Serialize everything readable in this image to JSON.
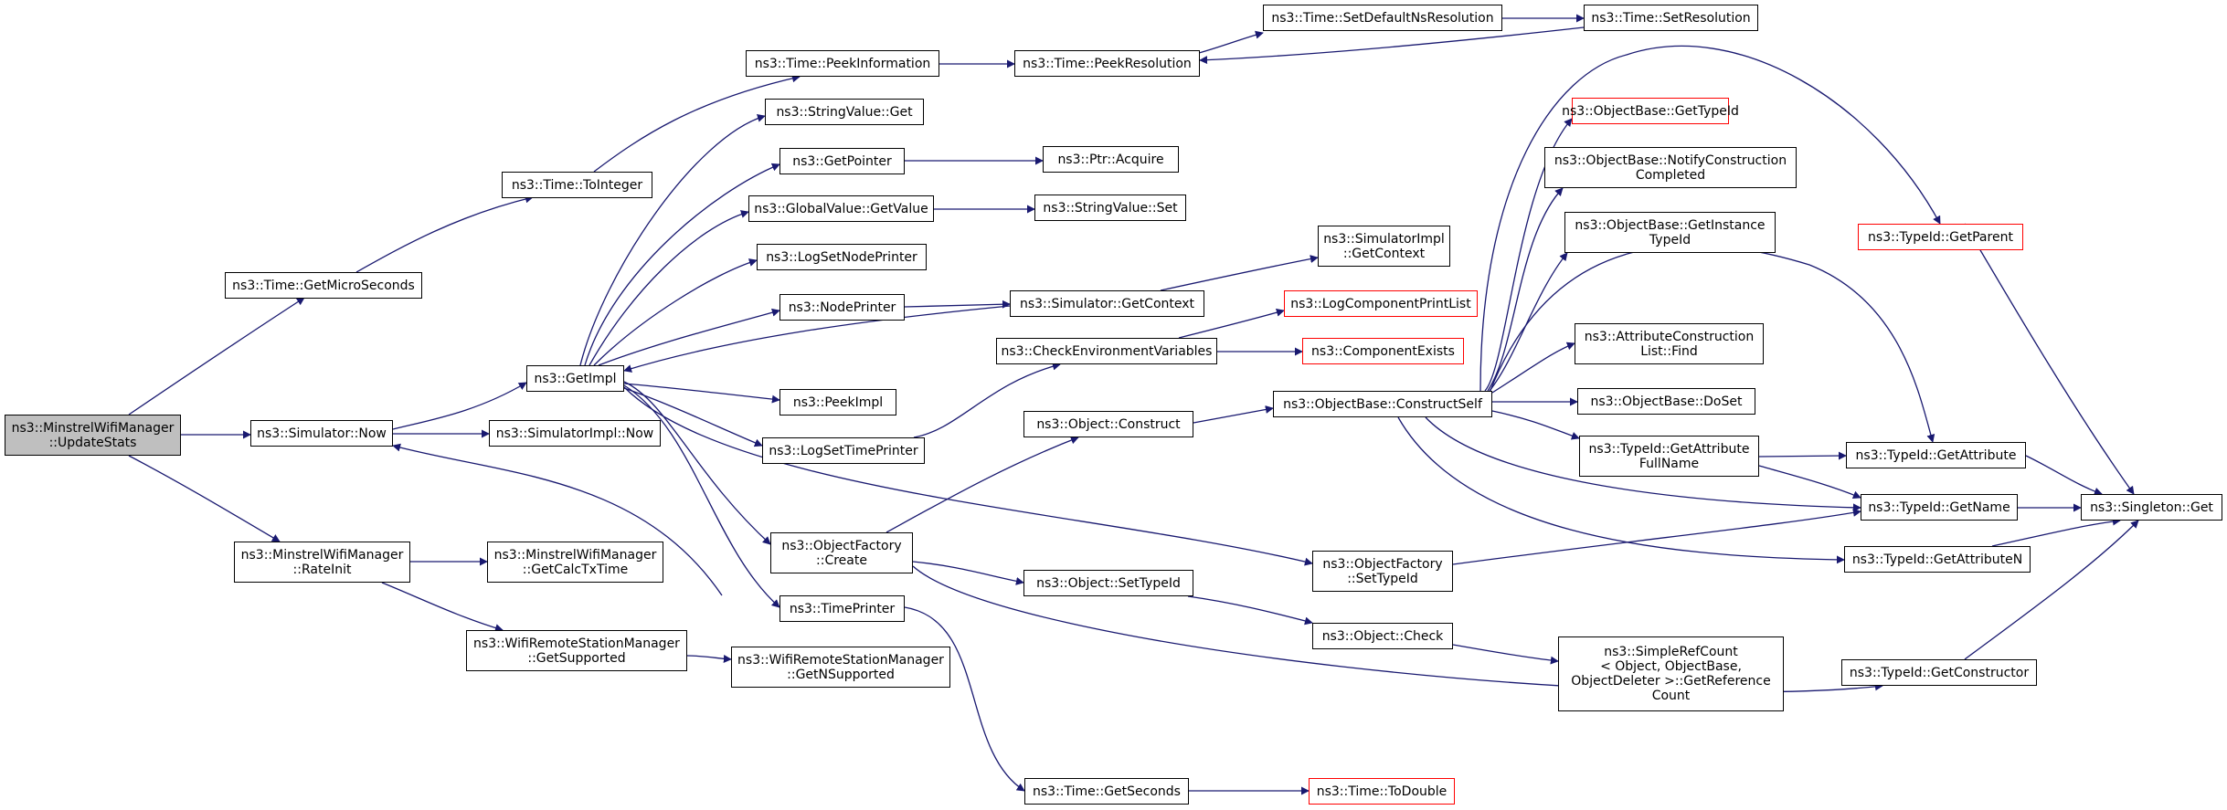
{
  "colors": {
    "edge": "#191970",
    "border": "#000000",
    "missing_border": "#ff0000",
    "root_fill": "#bfbfbf"
  },
  "nodes": {
    "root": [
      "ns3::MinstrelWifiManager",
      "::UpdateStats"
    ],
    "time_getmicroseconds": [
      "ns3::Time::GetMicroSeconds"
    ],
    "simulator_now": [
      "ns3::Simulator::Now"
    ],
    "minstrel_rateinit": [
      "ns3::MinstrelWifiManager",
      "::RateInit"
    ],
    "time_tointeger": [
      "ns3::Time::ToInteger"
    ],
    "getimpl": [
      "ns3::GetImpl"
    ],
    "simulatorimpl_now": [
      "ns3::SimulatorImpl::Now"
    ],
    "minstrel_getcalctxtime": [
      "ns3::MinstrelWifiManager",
      "::GetCalcTxTime"
    ],
    "wrsm_getsupported": [
      "ns3::WifiRemoteStationManager",
      "::GetSupported"
    ],
    "wrsm_getnsupported": [
      "ns3::WifiRemoteStationManager",
      "::GetNSupported"
    ],
    "time_peekinformation": [
      "ns3::Time::PeekInformation"
    ],
    "stringvalue_get": [
      "ns3::StringValue::Get"
    ],
    "getpointer": [
      "ns3::GetPointer"
    ],
    "globalvalue_getvalue": [
      "ns3::GlobalValue::GetValue"
    ],
    "logsetnodeprinter": [
      "ns3::LogSetNodePrinter"
    ],
    "nodeprinter": [
      "ns3::NodePrinter"
    ],
    "peekimpl": [
      "ns3::PeekImpl"
    ],
    "logsettimeprinter": [
      "ns3::LogSetTimePrinter"
    ],
    "objectfactory_create": [
      "ns3::ObjectFactory",
      "::Create"
    ],
    "timeprinter": [
      "ns3::TimePrinter"
    ],
    "time_peekresolution": [
      "ns3::Time::PeekResolution"
    ],
    "ptr_acquire": [
      "ns3::Ptr::Acquire"
    ],
    "stringvalue_set": [
      "ns3::StringValue::Set"
    ],
    "simulator_getcontext": [
      "ns3::Simulator::GetContext"
    ],
    "checkenvironmentvariables": [
      "ns3::CheckEnvironmentVariables"
    ],
    "object_construct": [
      "ns3::Object::Construct"
    ],
    "object_settypeid": [
      "ns3::Object::SetTypeId"
    ],
    "time_getseconds": [
      "ns3::Time::GetSeconds"
    ],
    "time_setdefaultnsresolution": [
      "ns3::Time::SetDefaultNsResolution"
    ],
    "time_setresolution": [
      "ns3::Time::SetResolution"
    ],
    "simulatorimpl_getcontext": [
      "ns3::SimulatorImpl",
      "::GetContext"
    ],
    "logcomponentprintlist": [
      "ns3::LogComponentPrintList"
    ],
    "componentexists": [
      "ns3::ComponentExists"
    ],
    "objectbase_constructself": [
      "ns3::ObjectBase::ConstructSelf"
    ],
    "objectfactory_settypeid": [
      "ns3::ObjectFactory",
      "::SetTypeId"
    ],
    "object_check": [
      "ns3::Object::Check"
    ],
    "time_todouble": [
      "ns3::Time::ToDouble"
    ],
    "objectbase_gettypeid": [
      "ns3::ObjectBase::GetTypeId"
    ],
    "objectbase_notifyconstructioncompleted": [
      "ns3::ObjectBase::NotifyConstruction",
      "Completed"
    ],
    "objectbase_getinstancetypeid": [
      "ns3::ObjectBase::GetInstance",
      "TypeId"
    ],
    "attributeconstructionlist_find": [
      "ns3::AttributeConstruction",
      "List::Find"
    ],
    "objectbase_doset": [
      "ns3::ObjectBase::DoSet"
    ],
    "typeid_getattributefullname": [
      "ns3::TypeId::GetAttribute",
      "FullName"
    ],
    "simplerefcount_getreferencecount": [
      "ns3::SimpleRefCount",
      "< Object, ObjectBase,",
      " ObjectDeleter >::GetReference",
      "Count"
    ],
    "typeid_getparent": [
      "ns3::TypeId::GetParent"
    ],
    "typeid_getattribute": [
      "ns3::TypeId::GetAttribute"
    ],
    "typeid_getname": [
      "ns3::TypeId::GetName"
    ],
    "typeid_getattributen": [
      "ns3::TypeId::GetAttributeN"
    ],
    "typeid_getconstructor": [
      "ns3::TypeId::GetConstructor"
    ],
    "singleton_get": [
      "ns3::Singleton::Get"
    ]
  }
}
